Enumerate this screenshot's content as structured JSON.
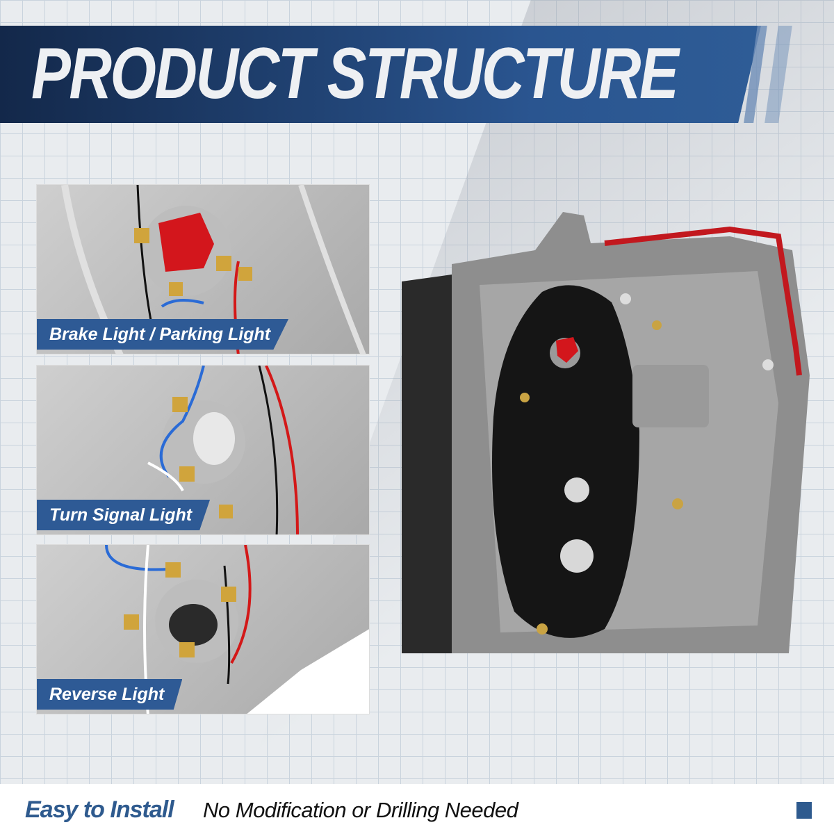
{
  "banner": {
    "title": "PRODUCT STRUCTURE"
  },
  "panels": [
    {
      "label": "Brake Light /  Parking Light"
    },
    {
      "label": "Turn Signal Light"
    },
    {
      "label": "Reverse Light"
    }
  ],
  "footer": {
    "highlight": "Easy to Install",
    "text": "No Modification or Drilling Needed"
  },
  "colors": {
    "brand_blue": "#2e5a95",
    "banner_dark": "#13284a"
  }
}
